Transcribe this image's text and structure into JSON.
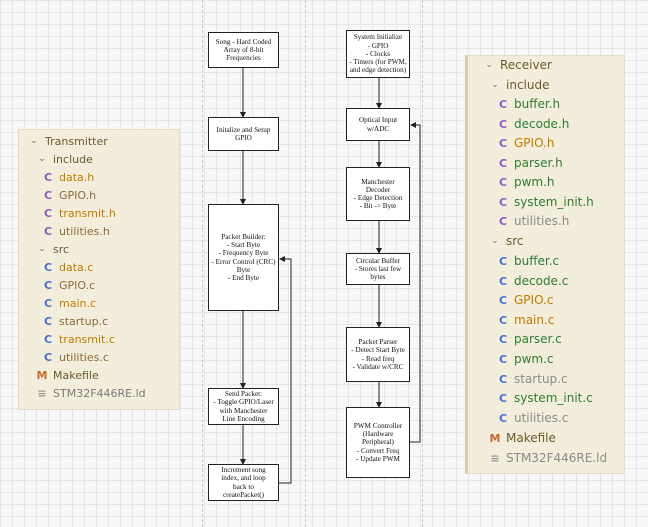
{
  "transmitter_tree": {
    "root": "Transmitter",
    "include_folder": "include",
    "include_files": [
      "data.h",
      "GPIO.h",
      "transmit.h",
      "utilities.h"
    ],
    "src_folder": "src",
    "src_files": [
      "data.c",
      "GPIO.c",
      "main.c",
      "startup.c",
      "transmit.c",
      "utilities.c"
    ],
    "makefile": "Makefile",
    "linker_file": "STM32F446RE.ld"
  },
  "transmit_flow": {
    "song": "Song - Hard Coded\nArray of 8-bit\nFrequencies",
    "init": "Initalize and Setup\nGPIO",
    "packet_builder": "Packet Builder:\n- Start Byte\n- Frequency Byte\n- Error Control (CRC)\nByte\n-  End Byte",
    "send": "Send Packet:\n- Toggle GPIO/Laser\nwith Manchester\nLine Encoding",
    "increment": "Increment song\nindex, and loop\nback to\ncreatePacket()"
  },
  "receive_flow": {
    "sys_init": "System Initialize\n- GPIO\n- Clocks\n- Timers (for PWM,\nand edge detection)",
    "optical": "Optical Input w/ADC",
    "manchester": "Manchester Decoder\n- Edge Detection\n- Bit -> Byte",
    "circular": "Circular Buffer\n- Stores last few\nbytes",
    "parser": "Packet Parser\n- Detect Start Byte\n- Read freq\n- Validate w/CRC",
    "pwm": "PWM Controller\n(Hardware\nPeripheral)\n- Convert Freq\n- Update PWM"
  },
  "receiver_tree": {
    "root": "Receiver",
    "include_folder": "include",
    "include_files": [
      "buffer.h",
      "decode.h",
      "GPIO.h",
      "parser.h",
      "pwm.h",
      "system_init.h",
      "utilities.h"
    ],
    "src_folder": "src",
    "src_files": [
      "buffer.c",
      "decode.c",
      "GPIO.c",
      "main.c",
      "parser.c",
      "pwm.c",
      "startup.c",
      "system_init.c",
      "utilities.c"
    ],
    "makefile": "Makefile",
    "linker_file": "STM32F446RE.ld"
  },
  "colors": {
    "panel_bg": "#f2eedb",
    "folder_text": "#6b5a2e",
    "file_green": "#2e7d32",
    "file_orange": "#c07a00",
    "file_grey": "#8a8a8a",
    "c_icon": "#4a6fd1",
    "h_icon": "#8a5cc4",
    "makefile_icon": "#c76b2c"
  }
}
